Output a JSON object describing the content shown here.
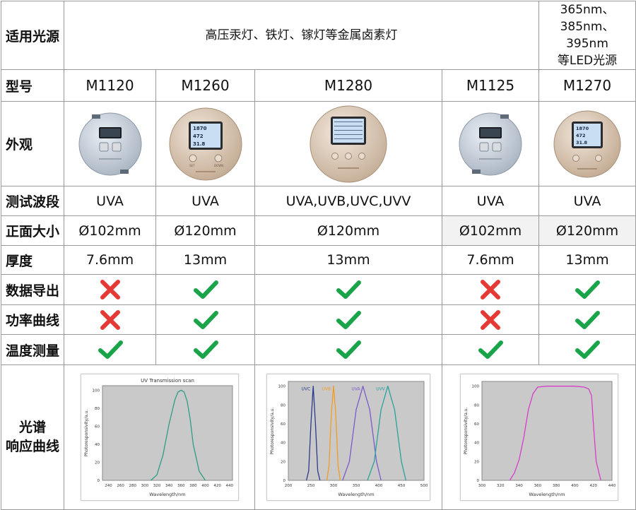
{
  "rows": {
    "source": {
      "label": "适用光源",
      "group1": "高压汞灯、铁灯、镓灯等金属卤素灯",
      "group2_line1": "365nm、385nm、395nm",
      "group2_line2": "等LED光源"
    },
    "model": {
      "label": "型号",
      "values": [
        "M1120",
        "M1260",
        "M1280",
        "M1125",
        "M1270"
      ]
    },
    "appearance": {
      "label": "外观"
    },
    "band": {
      "label": "测试波段",
      "values": [
        "UVA",
        "UVA",
        "UVA,UVB,UVC,UVV",
        "UVA",
        "UVA"
      ]
    },
    "size": {
      "label": "正面大小",
      "values": [
        "Ø102mm",
        "Ø120mm",
        "Ø120mm",
        "Ø102mm",
        "Ø120mm"
      ]
    },
    "thickness": {
      "label": "厚度",
      "values": [
        "7.6mm",
        "13mm",
        "13mm",
        "7.6mm",
        "13mm"
      ]
    },
    "export": {
      "label": "数据导出",
      "values": [
        "no",
        "yes",
        "yes",
        "no",
        "yes"
      ]
    },
    "power": {
      "label": "功率曲线",
      "values": [
        "no",
        "yes",
        "yes",
        "no",
        "yes"
      ]
    },
    "temp": {
      "label": "温度测量",
      "values": [
        "yes",
        "yes",
        "yes",
        "yes",
        "yes"
      ]
    },
    "spectral": {
      "label_line1": "光谱",
      "label_line2": "响应曲线"
    }
  },
  "colors": {
    "check": "#1aa44a",
    "cross": "#e53935"
  },
  "meters": {
    "m1120": {
      "values": []
    },
    "m1260": {
      "values": [
        "1870",
        "472",
        "31.8"
      ],
      "buttons": [
        "SET",
        "DOWN"
      ]
    },
    "m1280": {
      "values": []
    },
    "m1125": {
      "values": []
    },
    "m1270": {
      "values": [
        "1870",
        "472",
        "31.8"
      ]
    }
  },
  "chart_data": [
    {
      "type": "line",
      "title": "UV Transmission scan",
      "xlabel": "Wavelength/nm",
      "ylabel": "Photoresponsivity/a.u.",
      "xlim": [
        230,
        445
      ],
      "ylim": [
        0,
        105
      ],
      "xticks": [
        240,
        260,
        280,
        300,
        320,
        340,
        360,
        380,
        400,
        420,
        440
      ],
      "yticks": [
        0,
        20,
        40,
        60,
        80,
        100
      ],
      "series": [
        {
          "color": "#2e9d84",
          "x": [
            310,
            320,
            330,
            340,
            350,
            355,
            360,
            365,
            370,
            375,
            380,
            390,
            400
          ],
          "y": [
            0,
            6,
            28,
            62,
            90,
            98,
            100,
            98,
            88,
            68,
            40,
            10,
            0
          ]
        }
      ]
    },
    {
      "type": "line",
      "xlabel": "Wavelength/nm",
      "ylabel": "Photoresponsivity/a.u.",
      "xlim": [
        200,
        500
      ],
      "ylim": [
        0,
        105
      ],
      "xticks": [
        200,
        250,
        300,
        350,
        400,
        450,
        500
      ],
      "yticks": [
        0,
        20,
        40,
        60,
        80,
        100
      ],
      "series": [
        {
          "name": "UVC",
          "color": "#2c3a8c",
          "x": [
            240,
            245,
            250,
            255,
            260,
            265,
            270
          ],
          "y": [
            0,
            10,
            60,
            100,
            60,
            10,
            0
          ]
        },
        {
          "name": "UVB",
          "color": "#f39c24",
          "x": [
            285,
            290,
            295,
            300,
            305,
            310,
            315
          ],
          "y": [
            0,
            15,
            70,
            100,
            70,
            15,
            0
          ]
        },
        {
          "name": "UVA",
          "color": "#7a5bc8",
          "x": [
            320,
            335,
            350,
            365,
            380,
            395,
            405
          ],
          "y": [
            0,
            20,
            75,
            100,
            75,
            20,
            0
          ]
        },
        {
          "name": "UVV",
          "color": "#27a39b",
          "x": [
            375,
            390,
            405,
            420,
            435,
            450,
            460
          ],
          "y": [
            0,
            20,
            75,
            100,
            75,
            20,
            0
          ]
        }
      ]
    },
    {
      "type": "line",
      "xlabel": "Wavelength/nm",
      "ylabel": "Photoresponsivity/a.u.",
      "xlim": [
        300,
        440
      ],
      "ylim": [
        0,
        105
      ],
      "xticks": [
        300,
        320,
        340,
        360,
        380,
        400,
        420,
        440
      ],
      "yticks": [
        0,
        20,
        40,
        60,
        80,
        100
      ],
      "series": [
        {
          "color": "#d63ec9",
          "x": [
            330,
            335,
            340,
            345,
            350,
            355,
            360,
            370,
            380,
            390,
            400,
            410,
            415,
            418,
            420,
            423,
            428
          ],
          "y": [
            0,
            8,
            22,
            45,
            75,
            92,
            99,
            100,
            100,
            100,
            100,
            99,
            97,
            90,
            60,
            20,
            0
          ]
        }
      ]
    }
  ]
}
